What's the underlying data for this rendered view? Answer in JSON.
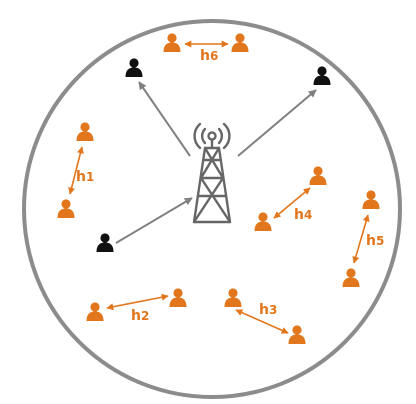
{
  "colors": {
    "d2d": "#E2761C",
    "cellular": "#111111",
    "arrow": "#808080",
    "boundary": "#8C8C8C",
    "tower": "#666666"
  },
  "icons": {
    "tower": "cell-tower-icon",
    "user": "user-icon"
  },
  "links": [
    {
      "id": "h1",
      "label": "h",
      "index": "1"
    },
    {
      "id": "h2",
      "label": "h",
      "index": "2"
    },
    {
      "id": "h3",
      "label": "h",
      "index": "3"
    },
    {
      "id": "h4",
      "label": "h",
      "index": "4"
    },
    {
      "id": "h5",
      "label": "h",
      "index": "5"
    },
    {
      "id": "h6",
      "label": "h",
      "index": "6"
    }
  ]
}
